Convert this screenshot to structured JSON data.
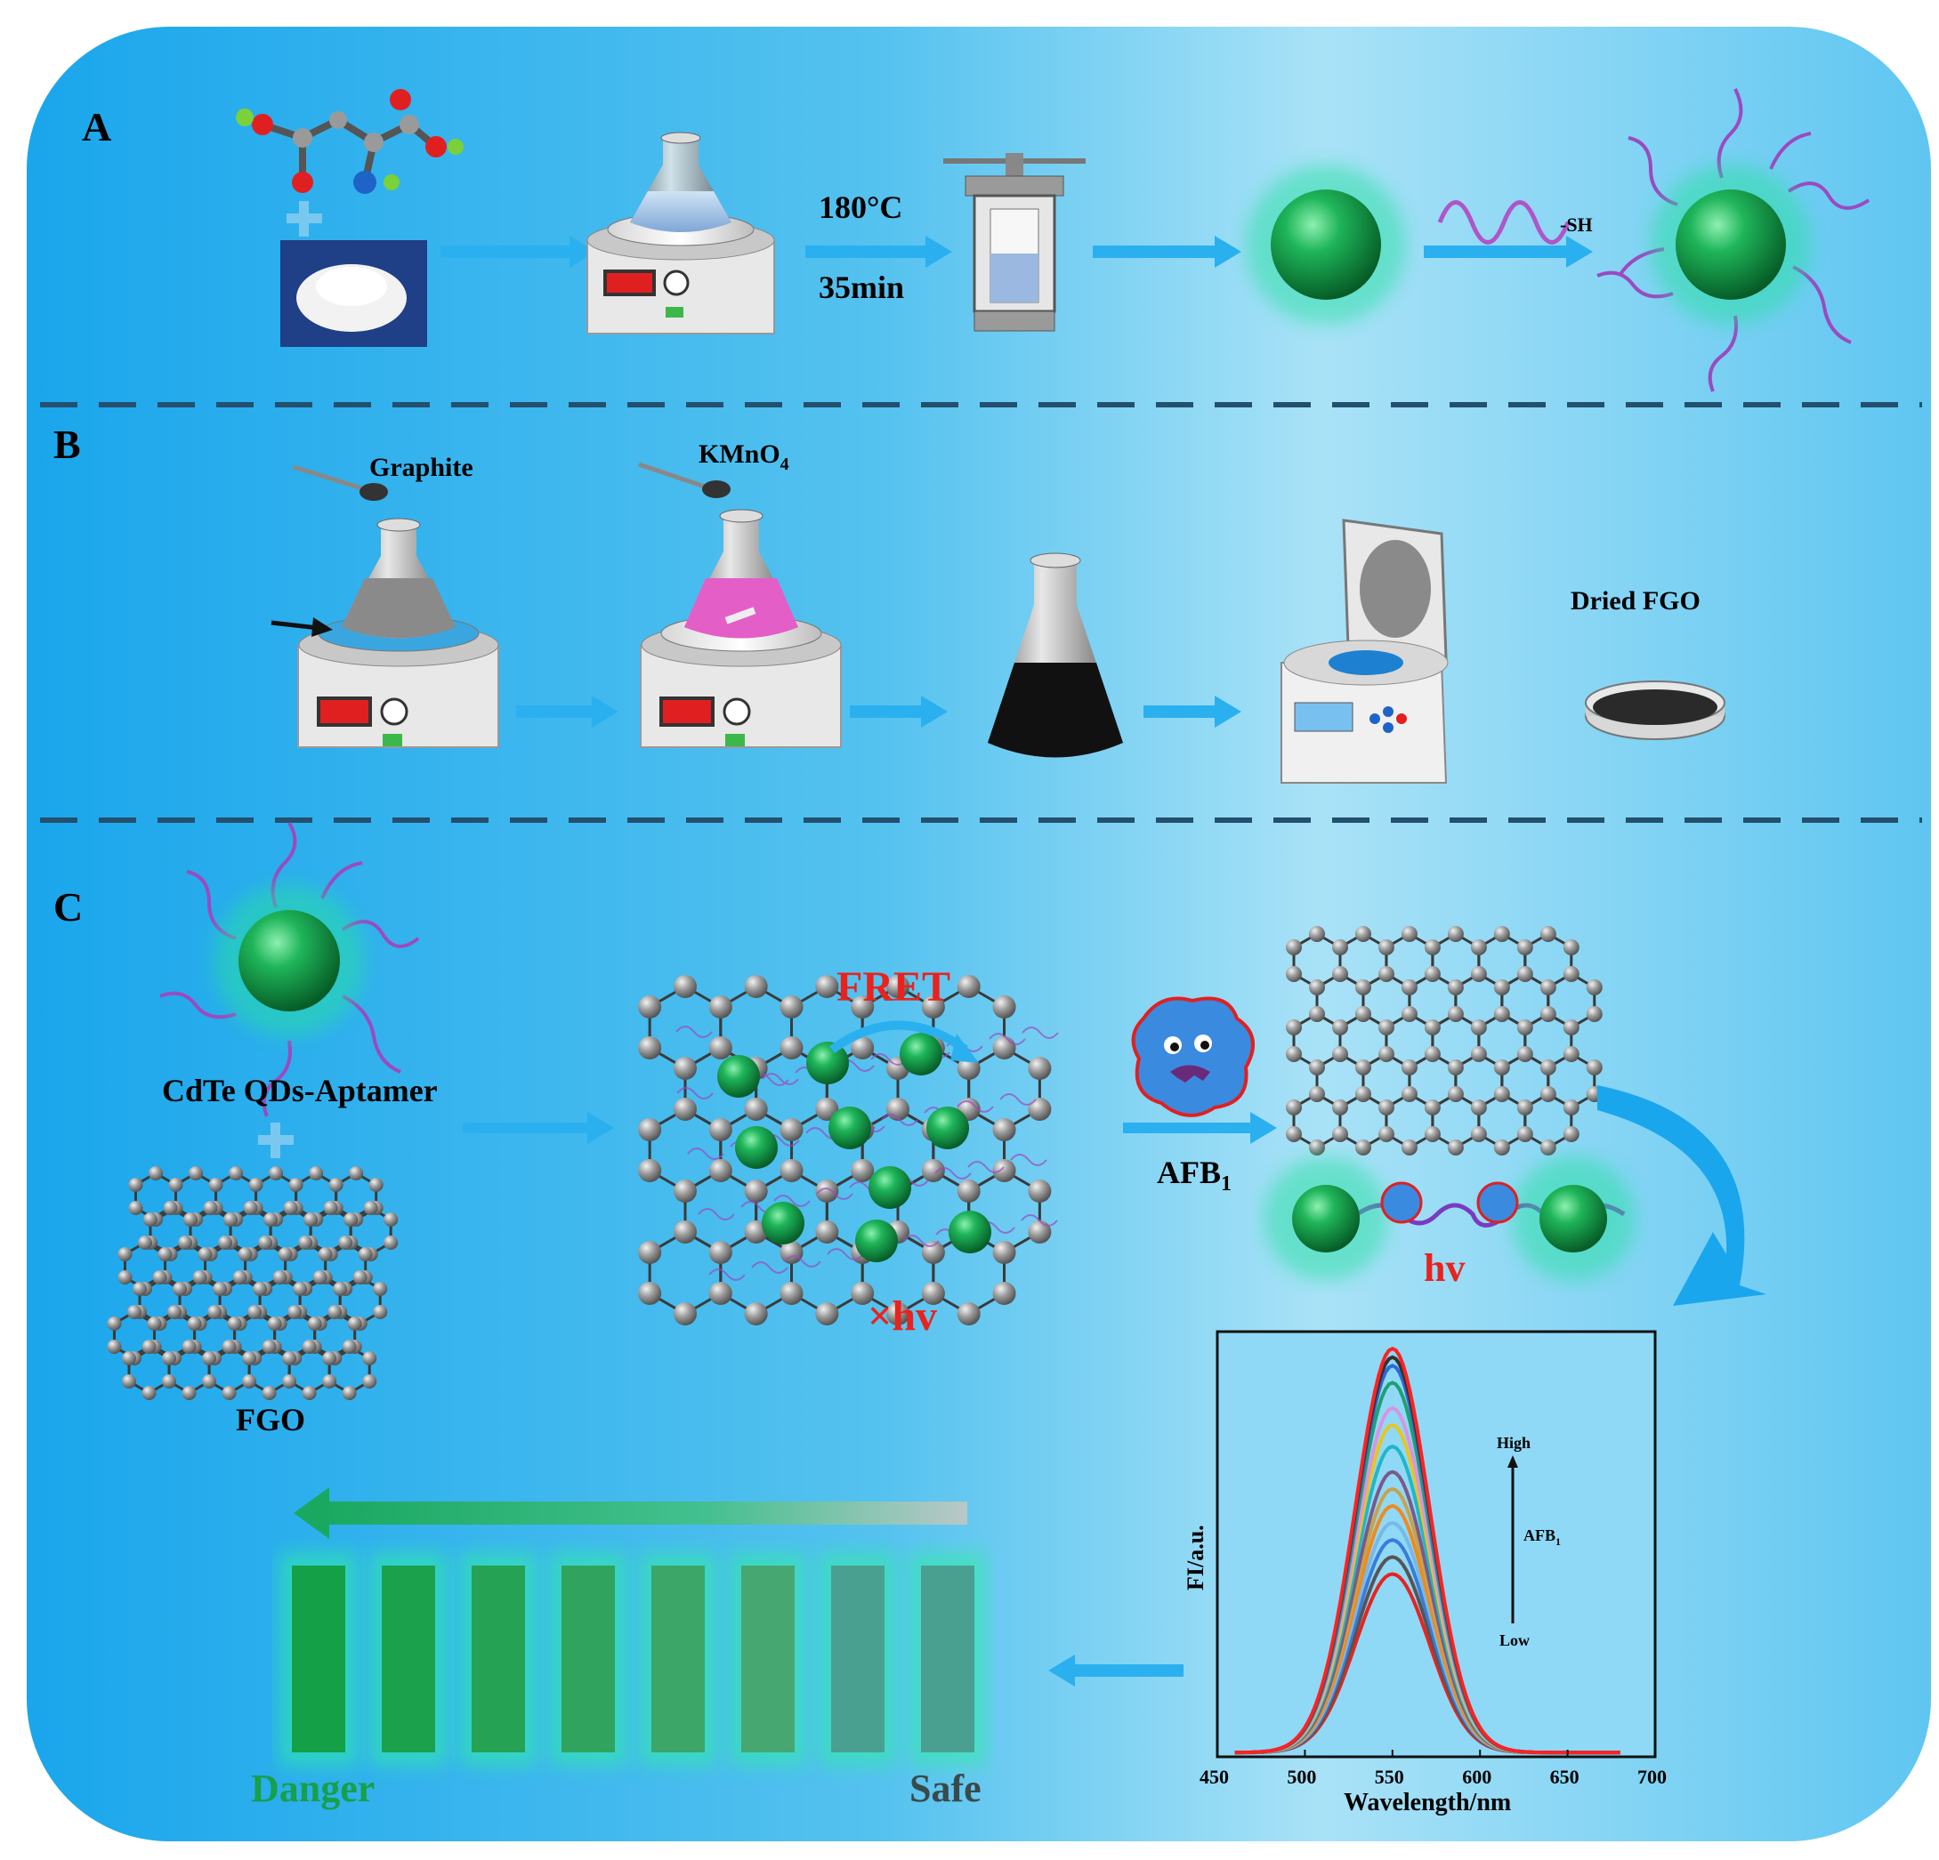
{
  "panels": {
    "a": "A",
    "b": "B",
    "c": "C"
  },
  "panel_a": {
    "temperature": "180°C",
    "time": "35min",
    "thiol_group": "-SH"
  },
  "panel_b": {
    "graphite": "Graphite",
    "oxidant": "KMnO",
    "oxidant_sub": "4",
    "product": "Dried FGO"
  },
  "panel_c": {
    "probe": "CdTe QDs-Aptamer",
    "fgo": "FGO",
    "fret": "FRET",
    "quench": "×hv",
    "target": "AFB",
    "target_sub": "1",
    "emission": "hv",
    "danger": "Danger",
    "safe": "Safe"
  },
  "colors": {
    "background": "#33b6ec",
    "green": "#16a04a",
    "red": "#e8231e",
    "arrow": "#2ab0ef"
  },
  "strip_levels": [
    1.0,
    0.95,
    0.88,
    0.8,
    0.72,
    0.64,
    0.45,
    0.3
  ],
  "chart_data": {
    "type": "line",
    "xlabel": "Wavelength/nm",
    "ylabel": "FI/a.u.",
    "xlim": [
      450,
      700
    ],
    "xticks": [
      450,
      500,
      550,
      600,
      650,
      700
    ],
    "peak_x": 550,
    "annotation_high": "High",
    "annotation_low": "Low",
    "annotation_label": "AFB",
    "annotation_label_sub": "1",
    "series": [
      {
        "color": "#e8231e",
        "values_peak": 0.42
      },
      {
        "color": "#555555",
        "values_peak": 0.46
      },
      {
        "color": "#3b7bd8",
        "values_peak": 0.5
      },
      {
        "color": "#78b8e8",
        "values_peak": 0.54
      },
      {
        "color": "#f08a1c",
        "values_peak": 0.58
      },
      {
        "color": "#c8a34a",
        "values_peak": 0.62
      },
      {
        "color": "#7a5a8a",
        "values_peak": 0.66
      },
      {
        "color": "#22b5c8",
        "values_peak": 0.72
      },
      {
        "color": "#e8c61e",
        "values_peak": 0.77
      },
      {
        "color": "#d894e0",
        "values_peak": 0.81
      },
      {
        "color": "#20a070",
        "values_peak": 0.87
      },
      {
        "color": "#2a6ad8",
        "values_peak": 0.91
      },
      {
        "color": "#333333",
        "values_peak": 0.93
      },
      {
        "color": "#ff2222",
        "values_peak": 0.95
      }
    ]
  }
}
